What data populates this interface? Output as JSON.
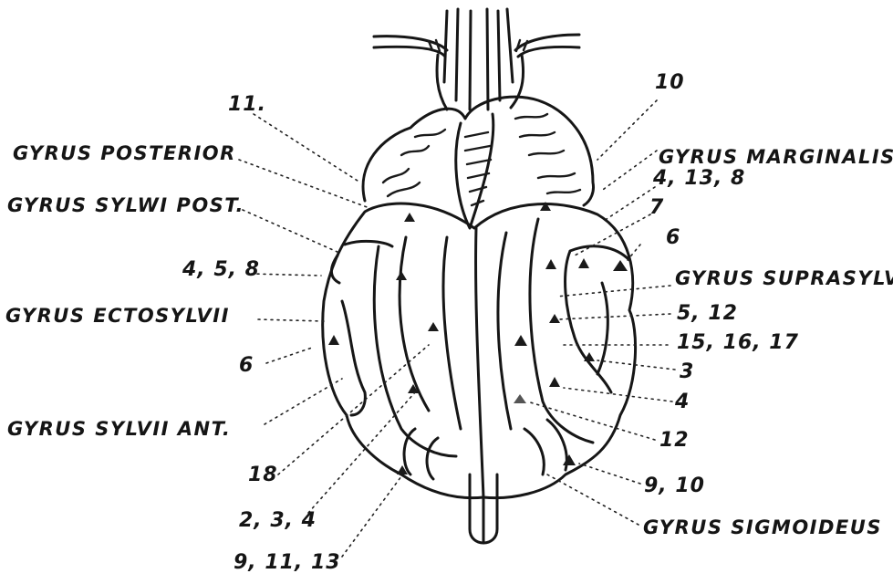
{
  "diagram": {
    "labels": [
      {
        "id": "lbl-11",
        "text": "11.",
        "kind": "num"
      },
      {
        "id": "lbl-gyrus-posterior",
        "text": "GYRUS POSTERIOR",
        "kind": "name"
      },
      {
        "id": "lbl-gyrus-sylwi-post",
        "text": "GYRUS SYLWI POST.",
        "kind": "name"
      },
      {
        "id": "lbl-4-5-8",
        "text": "4, 5, 8",
        "kind": "num"
      },
      {
        "id": "lbl-gyrus-ectosylvii",
        "text": "GYRUS ECTOSYLVII",
        "kind": "name"
      },
      {
        "id": "lbl-6-left",
        "text": "6",
        "kind": "num"
      },
      {
        "id": "lbl-gyrus-sylvii-ant",
        "text": "GYRUS SYLVII ANT.",
        "kind": "name"
      },
      {
        "id": "lbl-18",
        "text": "18",
        "kind": "num"
      },
      {
        "id": "lbl-2-3-4",
        "text": "2, 3, 4",
        "kind": "num"
      },
      {
        "id": "lbl-9-11-13",
        "text": "9, 11, 13",
        "kind": "num"
      },
      {
        "id": "lbl-10",
        "text": "10",
        "kind": "num"
      },
      {
        "id": "lbl-gyrus-marginalis",
        "text": "GYRUS MARGINALIS",
        "kind": "name"
      },
      {
        "id": "lbl-4-13-8",
        "text": "4, 13, 8",
        "kind": "num"
      },
      {
        "id": "lbl-7",
        "text": "7",
        "kind": "num"
      },
      {
        "id": "lbl-6-right",
        "text": "6",
        "kind": "num"
      },
      {
        "id": "lbl-gyrus-suprasylvii",
        "text": "GYRUS SUPRASYLVII",
        "kind": "name"
      },
      {
        "id": "lbl-5-12",
        "text": "5, 12",
        "kind": "num"
      },
      {
        "id": "lbl-15-16-17",
        "text": "15, 16, 17",
        "kind": "num"
      },
      {
        "id": "lbl-3",
        "text": "3",
        "kind": "num"
      },
      {
        "id": "lbl-4",
        "text": "4",
        "kind": "num"
      },
      {
        "id": "lbl-12",
        "text": "12",
        "kind": "num"
      },
      {
        "id": "lbl-9-10",
        "text": "9, 10",
        "kind": "num"
      },
      {
        "id": "lbl-gyrus-sigmoideus",
        "text": "GYRUS SIGMOIDEUS",
        "kind": "name"
      }
    ],
    "marker_icon": "filled-triangle-icon",
    "colors": {
      "ink": "#161616",
      "paper": "#ffffff"
    }
  }
}
